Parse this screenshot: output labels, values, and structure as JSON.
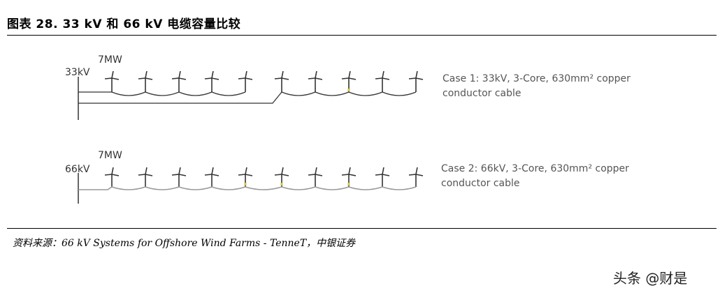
{
  "figure": {
    "title": "图表 28. 33 kV 和 66 kV 电缆容量比较",
    "source": "资料来源：66 kV Systems for Offshore Wind Farms - TenneT，中银证券",
    "watermark": "头条 @财是"
  },
  "case1": {
    "voltage": "33kV",
    "power": "7MW",
    "turbines": 10,
    "line1": "Case 1: 33kV, 3-Core, 630mm² copper",
    "line2": "conductor cable"
  },
  "case2": {
    "voltage": "66kV",
    "power": "7MW",
    "turbines": 10,
    "line1": "Case 2: 66kV, 3-Core, 630mm² copper",
    "line2": "conductor cable"
  },
  "colors": {
    "line": "#333333",
    "cable2": "#999999",
    "marker": "#d4c24a"
  }
}
